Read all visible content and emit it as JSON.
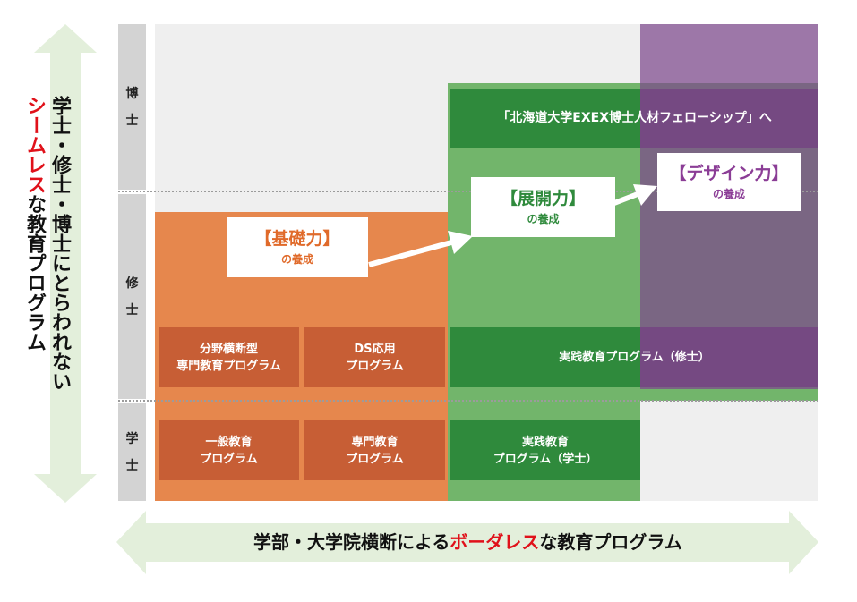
{
  "levels": {
    "doctor": [
      "博",
      "士"
    ],
    "master": [
      "修",
      "士"
    ],
    "bachelor": [
      "学",
      "士"
    ]
  },
  "vertical_caption": {
    "col1": "学士・修士・博士にとらわれない",
    "col2_red": "シームレス",
    "col2_rest": "な教育プログラム"
  },
  "horizontal_caption": {
    "before": "学部・大学院横断による",
    "red": "ボーダレス",
    "after": "な教育プログラム"
  },
  "phd_banner": "「北海道大学EXEX博士人材フェローシップ」へ",
  "callouts": {
    "kiso": {
      "title": "【基礎力】",
      "sub": "の養成"
    },
    "tenkai": {
      "title": "【展開力】",
      "sub": "の養成"
    },
    "design": {
      "title": "【デザイン力】",
      "sub": "の養成"
    }
  },
  "programs": {
    "bunya": [
      "分野横断型",
      "専門教育プログラム"
    ],
    "ds": [
      "DS応用",
      "プログラム"
    ],
    "jissen_master": "実践教育プログラム（修士）",
    "ippan": [
      "一般教育",
      "プログラム"
    ],
    "senmon": [
      "専門教育",
      "プログラム"
    ],
    "jissen_bachelor": [
      "実践教育",
      "プログラム（学士）"
    ]
  },
  "colors": {
    "orange": "#e6874d",
    "green": "#72b56b",
    "purple": "#7d488c",
    "red_text": "#e0111a",
    "kiso_text": "#e06a2a",
    "tenkai_text": "#2f8a3c",
    "design_text": "#8b3d96",
    "arrow_fill": "#e3efdb"
  }
}
